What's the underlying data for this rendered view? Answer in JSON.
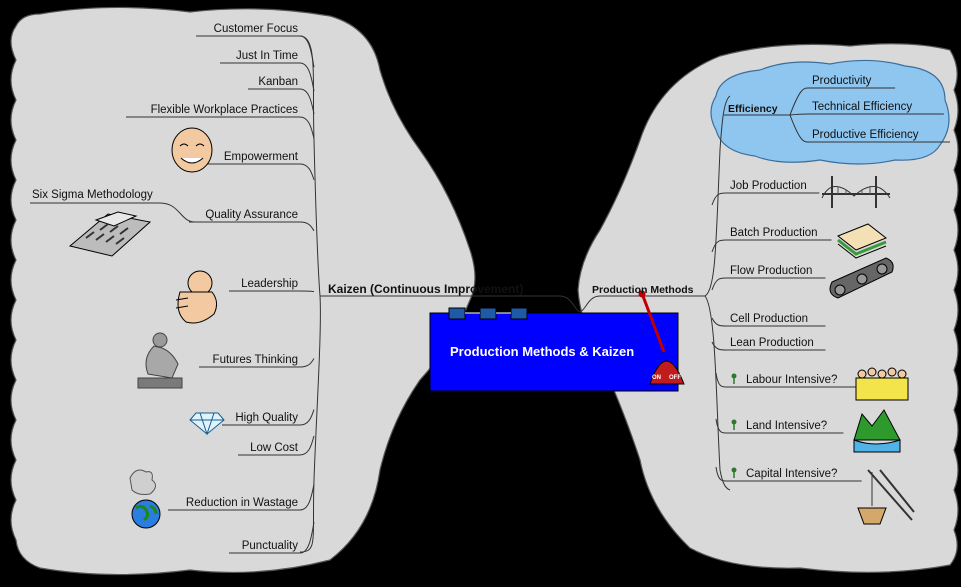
{
  "center": {
    "title": "Production Methods & Kaizen",
    "lever_on": "ON",
    "lever_off": "OFF"
  },
  "kaizen": {
    "title": "Kaizen (Continuous Improvement)",
    "items": [
      "Customer Focus",
      "Just In Time",
      "Kanban",
      "Flexible Workplace Practices",
      "Empowerment",
      "Quality Assurance",
      "Leadership",
      "Futures Thinking",
      "High Quality",
      "Low Cost",
      "Reduction in Wastage",
      "Punctuality"
    ],
    "six_sigma": "Six Sigma Methodology"
  },
  "production": {
    "title": "Production Methods",
    "efficiency": {
      "title": "Efficiency",
      "items": [
        "Productivity",
        "Technical Efficiency",
        "Productive Efficiency"
      ]
    },
    "methods": [
      "Job Production",
      "Batch Production",
      "Flow Production",
      "Cell Production",
      "Lean Production"
    ],
    "questions": [
      "Labour Intensive?",
      "Land Intensive?",
      "Capital Intensive?"
    ]
  },
  "colors": {
    "cloud": "#d9d9d9",
    "center_box": "#0000ff",
    "efficiency_cloud": "#8fc6ef",
    "background": "#000000"
  },
  "icons": [
    "smiley-face-icon",
    "calculator-icon",
    "pointing-hand-icon",
    "thinker-statue-icon",
    "diamond-icon",
    "globe-smoke-icon",
    "bridge-icon",
    "sandwich-icon",
    "conveyor-belt-icon",
    "crowd-icon",
    "landscape-icon",
    "crane-hook-icon",
    "key-icon"
  ]
}
